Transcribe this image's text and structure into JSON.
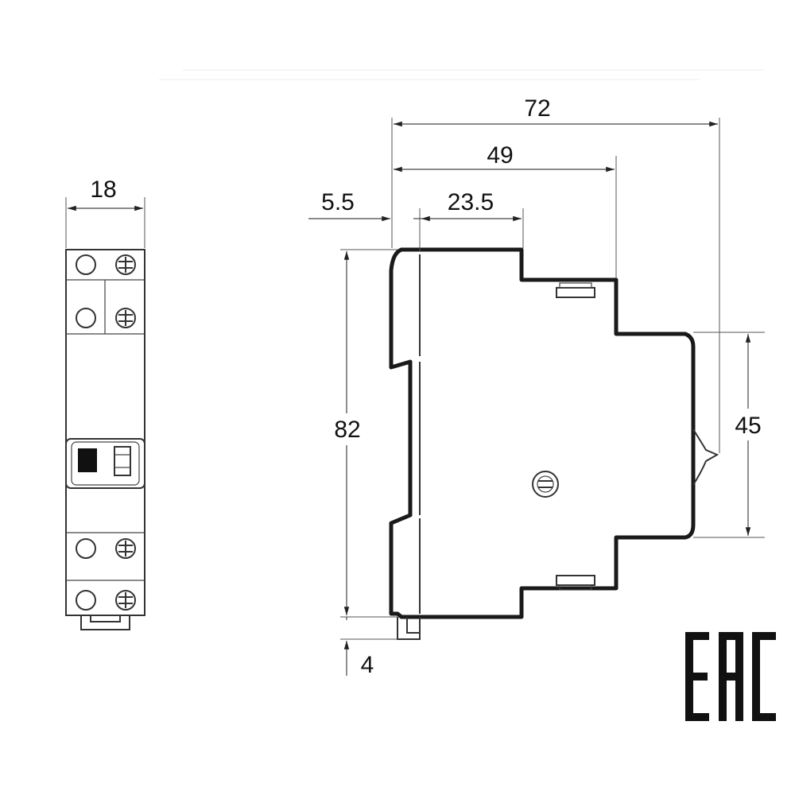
{
  "front_view": {
    "width_label": "18"
  },
  "side_view": {
    "overall_depth_label": "72",
    "depth_49_label": "49",
    "offset_label": "5.5",
    "front_step_label": "23.5",
    "height_label": "82",
    "face_height_label": "45",
    "clip_label": "4"
  },
  "certification": {
    "mark": "EAC"
  },
  "colors": {
    "line": "#1a1a1a",
    "text": "#111111",
    "background": "#ffffff"
  }
}
